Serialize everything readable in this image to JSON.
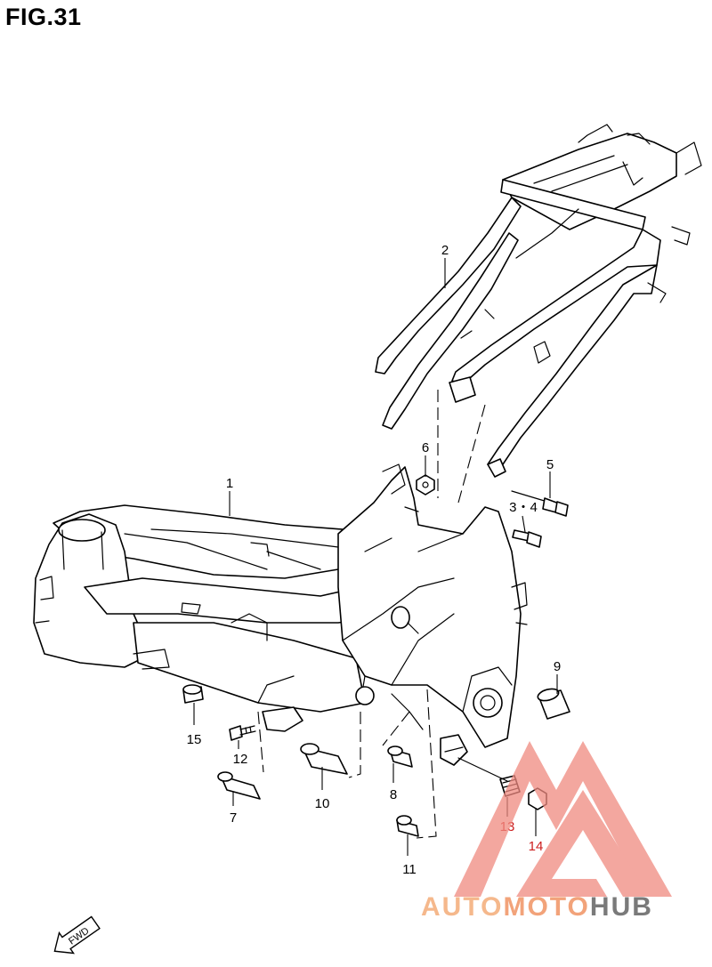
{
  "figure": {
    "title": "FIG.31"
  },
  "labels": {
    "p1": "1",
    "p2": "2",
    "p34": "3・4",
    "p5": "5",
    "p6": "6",
    "p7": "7",
    "p8": "8",
    "p9": "9",
    "p10": "10",
    "p11": "11",
    "p12": "12",
    "p13": "13",
    "p14": "14",
    "p15": "15"
  },
  "fwd": {
    "label": "FWD"
  },
  "watermark": {
    "brand_part1": "AUTO",
    "brand_part2": "MOTO",
    "brand_part3": "HUB",
    "colors": {
      "auto": "#f5b88c",
      "moto": "#f2a37a",
      "hub": "#7a7a7a",
      "logo": "#f08a80"
    }
  },
  "colors": {
    "highlight_label": "#cc1d1d"
  }
}
